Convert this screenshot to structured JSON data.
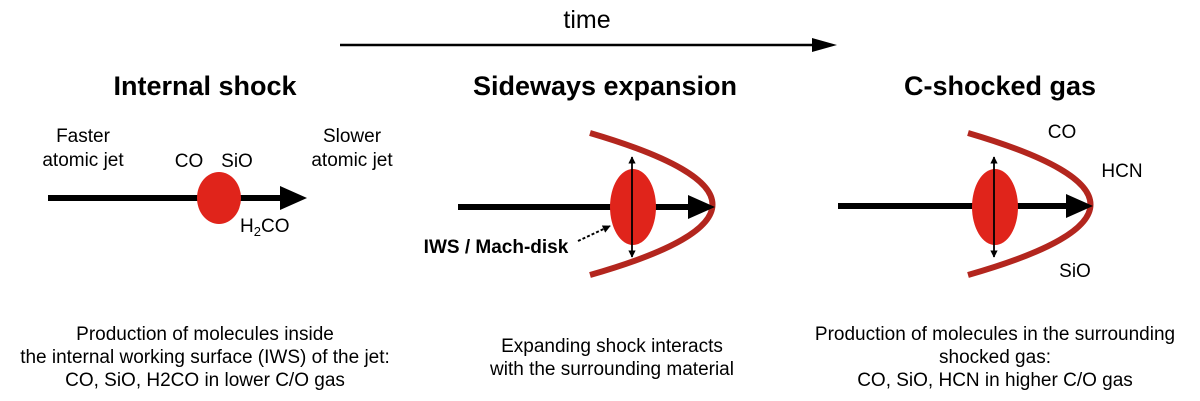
{
  "time_label": "time",
  "colors": {
    "shock": "#e0241b",
    "bow": "#b3261e",
    "ink": "#000000"
  },
  "panel1": {
    "title": "Internal shock",
    "faster_line1": "Faster",
    "faster_line2": "atomic jet",
    "slower_line1": "Slower",
    "slower_line2": "atomic jet",
    "mol_co": "CO",
    "mol_sio": "SiO",
    "mol_h2co_main": "H",
    "mol_h2co_sub": "2",
    "mol_h2co_end": "CO",
    "caption_line1": "Production of molecules inside",
    "caption_line2": "the internal working surface (IWS) of the jet:",
    "caption_line3": "CO, SiO, H2CO in lower C/O gas"
  },
  "panel2": {
    "title": "Sideways expansion",
    "iws_label": "IWS / Mach-disk",
    "caption_line1": "Expanding shock interacts",
    "caption_line2": "with the surrounding material"
  },
  "panel3": {
    "title": "C-shocked gas",
    "mol_co": "CO",
    "mol_hcn": "HCN",
    "mol_sio": "SiO",
    "caption_line1": "Production of molecules in the surrounding",
    "caption_line2": "shocked gas:",
    "caption_line3": "CO, SiO, HCN in higher C/O gas"
  }
}
